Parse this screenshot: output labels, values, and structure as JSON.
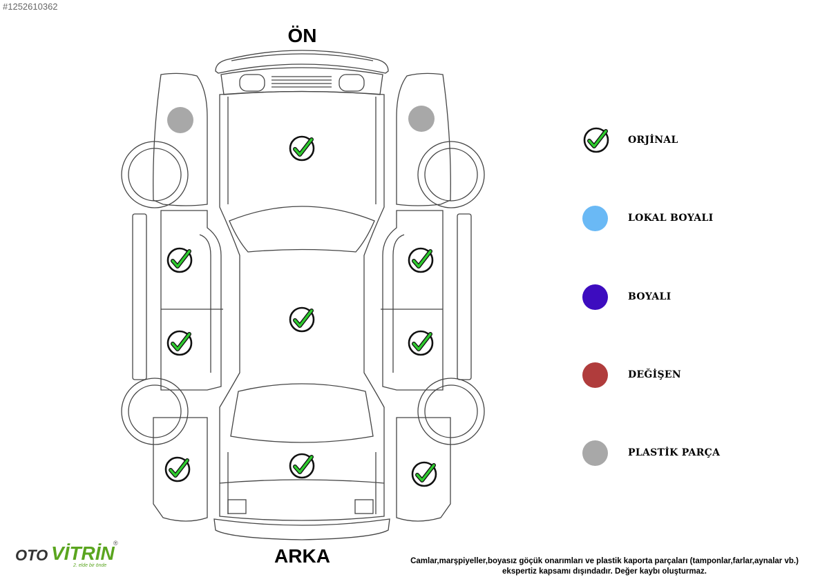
{
  "listing_id": "#1252610362",
  "diagram": {
    "front_label": "ÖN",
    "back_label": "ARKA"
  },
  "legend": [
    {
      "label": "ORJİNAL",
      "type": "check",
      "color": "#2ecc2e"
    },
    {
      "label": "LOKAL BOYALI",
      "type": "dot",
      "color": "#6ab9f5"
    },
    {
      "label": "BOYALI",
      "type": "dot",
      "color": "#3d0cbf"
    },
    {
      "label": "DEĞİŞEN",
      "type": "dot",
      "color": "#b03c3c"
    },
    {
      "label": "PLASTİK PARÇA",
      "type": "dot",
      "color": "#a8a8a8"
    }
  ],
  "panel_status": {
    "hood": "ORJİNAL",
    "roof": "ORJİNAL",
    "trunk": "ORJİNAL",
    "left_front_door": "ORJİNAL",
    "left_rear_door": "ORJİNAL",
    "right_front_door": "ORJİNAL",
    "right_rear_door": "ORJİNAL",
    "left_rear_fender": "ORJİNAL",
    "right_rear_fender": "ORJİNAL",
    "left_front_fender": "PLASTİK PARÇA",
    "right_front_fender": "PLASTİK PARÇA"
  },
  "disclaimer": {
    "line1": "Camlar,marşpiyeller,boyasız göçük onarımları ve plastik kaporta parçaları (tamponlar,farlar,aynalar vb.)",
    "line2": "ekspertiz kapsamı dışındadır. Değer kaybı oluşturmaz."
  },
  "logo": {
    "oto": "OTO",
    "vitrin": "VİTRİN",
    "tagline": "2. elde bir önde",
    "registered": "®"
  },
  "colors": {
    "check_green": "#2ecc2e",
    "check_ring": "#111111",
    "outline": "#444444"
  }
}
